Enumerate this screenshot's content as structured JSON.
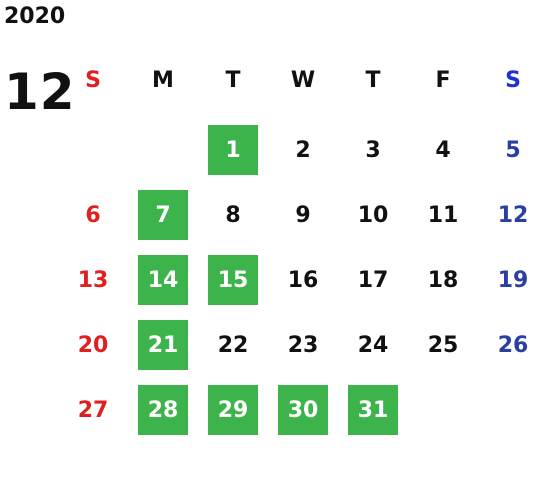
{
  "year": "2020",
  "month": "12",
  "colors": {
    "highlight": "#3cb44b",
    "sunday": "#e02020",
    "saturday": "#2a3fa0",
    "saturday_header": "#1f2fd6",
    "text": "#111111"
  },
  "weekdays": [
    "S",
    "M",
    "T",
    "W",
    "T",
    "F",
    "S"
  ],
  "weeks": [
    [
      {
        "d": ""
      },
      {
        "d": ""
      },
      {
        "d": "1",
        "hl": true
      },
      {
        "d": "2"
      },
      {
        "d": "3"
      },
      {
        "d": "4"
      },
      {
        "d": "5"
      }
    ],
    [
      {
        "d": "6"
      },
      {
        "d": "7",
        "hl": true
      },
      {
        "d": "8"
      },
      {
        "d": "9"
      },
      {
        "d": "10"
      },
      {
        "d": "11"
      },
      {
        "d": "12"
      }
    ],
    [
      {
        "d": "13"
      },
      {
        "d": "14",
        "hl": true
      },
      {
        "d": "15",
        "hl": true
      },
      {
        "d": "16"
      },
      {
        "d": "17"
      },
      {
        "d": "18"
      },
      {
        "d": "19"
      }
    ],
    [
      {
        "d": "20"
      },
      {
        "d": "21",
        "hl": true
      },
      {
        "d": "22"
      },
      {
        "d": "23"
      },
      {
        "d": "24"
      },
      {
        "d": "25"
      },
      {
        "d": "26"
      }
    ],
    [
      {
        "d": "27"
      },
      {
        "d": "28",
        "hl": true
      },
      {
        "d": "29",
        "hl": true
      },
      {
        "d": "30",
        "hl": true
      },
      {
        "d": "31",
        "hl": true
      },
      {
        "d": ""
      },
      {
        "d": ""
      }
    ]
  ]
}
